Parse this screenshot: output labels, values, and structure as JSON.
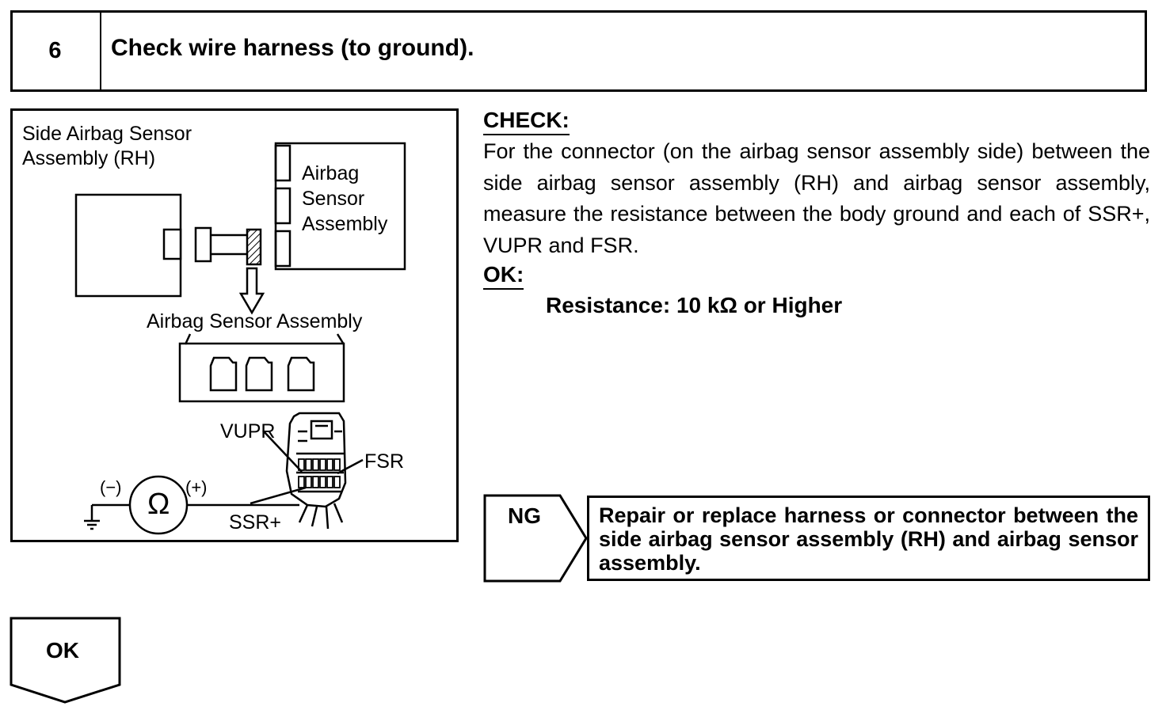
{
  "header": {
    "step_number": "6",
    "title": "Check wire harness (to ground)."
  },
  "figure": {
    "side_sensor_label": "Side Airbag Sensor\nAssembly (RH)",
    "airbag_sensor_box_label": "Airbag\nSensor\nAssembly",
    "airbag_sensor_caption": "Airbag Sensor Assembly",
    "terminal_vupr": "VUPR",
    "terminal_fsr": "FSR",
    "terminal_ssr": "SSR+",
    "minus_label": "(−)",
    "plus_label": "(+)",
    "ohm_symbol": "Ω"
  },
  "check": {
    "heading": "CHECK:",
    "body": "For the connector (on the airbag sensor assembly side) between the side airbag sensor assembly (RH) and airbag sensor assembly, measure the resistance between the body ground and each of SSR+, VUPR and FSR."
  },
  "ok_spec": {
    "heading": "OK:",
    "value": "Resistance: 10 kΩ or Higher"
  },
  "ng_branch": {
    "label": "NG",
    "action": "Repair or replace harness or connector between the side airbag sensor assembly (RH) and airbag sensor assembly."
  },
  "ok_branch": {
    "label": "OK"
  }
}
